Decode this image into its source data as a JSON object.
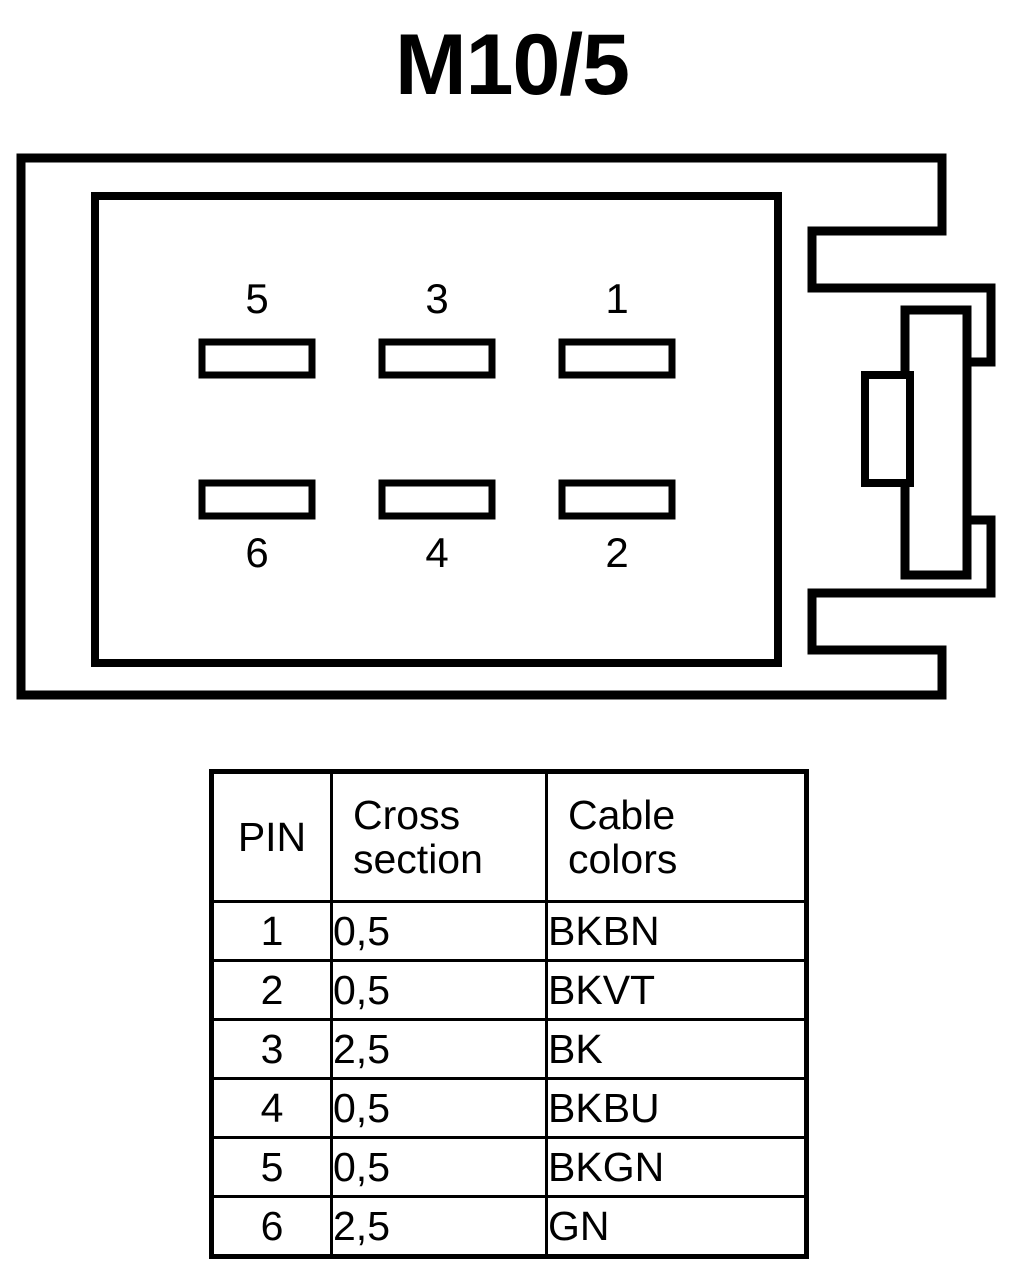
{
  "title": "M10/5",
  "connector": {
    "name": "6-way rectangular connector face view",
    "pins_top_row": [
      {
        "number": "5"
      },
      {
        "number": "3"
      },
      {
        "number": "1"
      }
    ],
    "pins_bottom_row": [
      {
        "number": "6"
      },
      {
        "number": "4"
      },
      {
        "number": "2"
      }
    ],
    "latch": {
      "name": "side-latch"
    },
    "stroke_color": "#000000",
    "fill_color": "#ffffff"
  },
  "table": {
    "headers": {
      "pin": "PIN",
      "cross_section_line1": "Cross",
      "cross_section_line2": "section",
      "cable_colors_line1": "Cable",
      "cable_colors_line2": "colors"
    },
    "rows": [
      {
        "pin": "1",
        "cross_section": "0,5",
        "cable_color": "BKBN"
      },
      {
        "pin": "2",
        "cross_section": "0,5",
        "cable_color": "BKVT"
      },
      {
        "pin": "3",
        "cross_section": "2,5",
        "cable_color": "BK"
      },
      {
        "pin": "4",
        "cross_section": "0,5",
        "cable_color": "BKBU"
      },
      {
        "pin": "5",
        "cross_section": "0,5",
        "cable_color": "BKGN"
      },
      {
        "pin": "6",
        "cross_section": "2,5",
        "cable_color": "GN"
      }
    ]
  }
}
